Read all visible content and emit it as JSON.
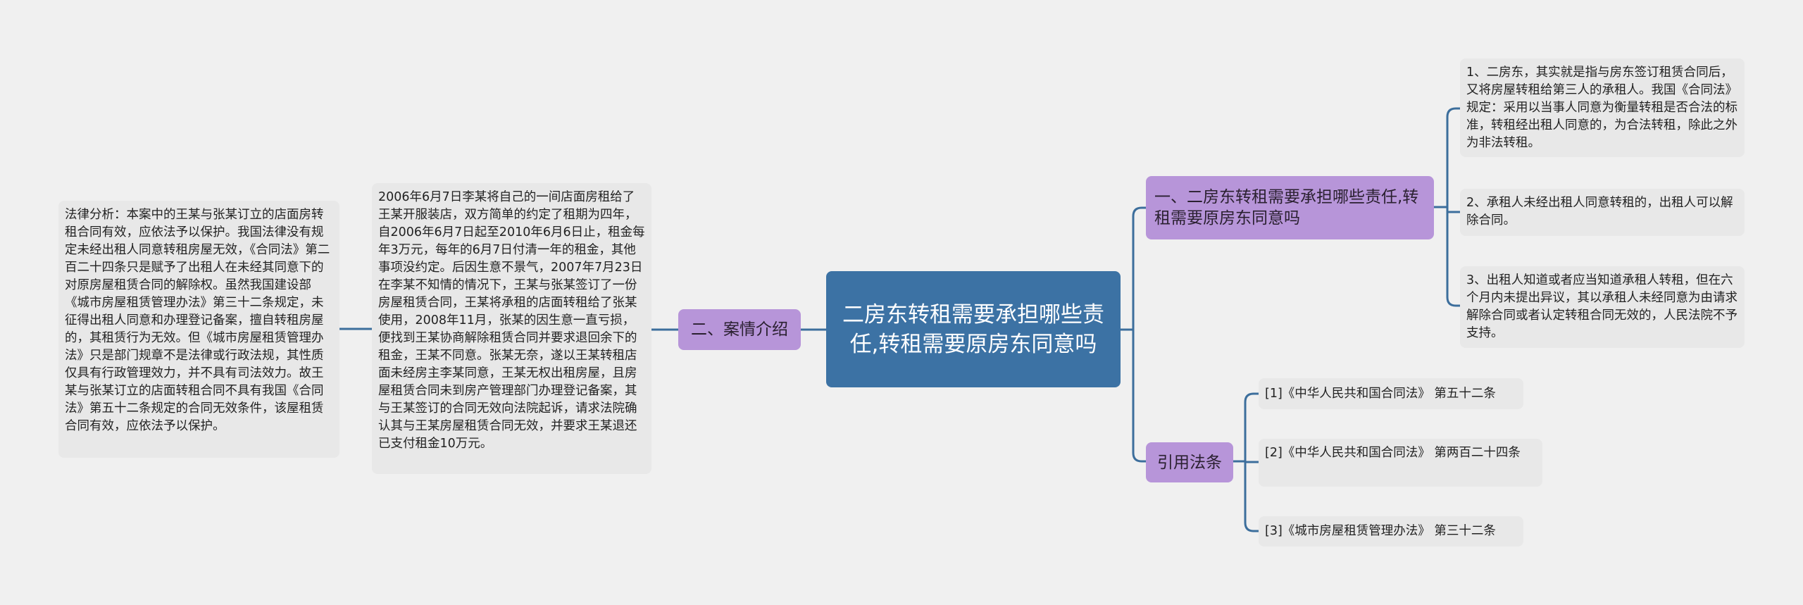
{
  "root": {
    "title": "二房东转租需要承担哪些责任,转租需要原房东同意吗",
    "color": "#3c72a4"
  },
  "branches": {
    "responsibility": {
      "label": "一、二房东转租需要承担哪些责任,转租需要原房东同意吗",
      "items": [
        "1、二房东，其实就是指与房东签订租赁合同后，又将房屋转租给第三人的承租人。我国《合同法》规定：采用以当事人同意为衡量转租是否合法的标准，转租经出租人同意的，为合法转租，除此之外为非法转租。",
        "2、承租人未经出租人同意转租的，出租人可以解除合同。",
        "3、出租人知道或者应当知道承租人转租，但在六个月内未提出异议，其以承租人未经同意为由请求解除合同或者认定转租合同无效的，人民法院不予支持。"
      ]
    },
    "case": {
      "label": "二、案情介绍",
      "description": "2006年6月7日李某将自己的一间店面房租给了王某开服装店，双方简单的约定了租期为四年，自2006年6月7日起至2010年6月6日止，租金每年3万元，每年的6月7日付清一年的租金，其他事项没约定。后因生意不景气，2007年7月23日在李某不知情的情况下，王某与张某签订了一份房屋租赁合同，王某将承租的店面转租给了张某使用，2008年11月，张某的因生意一直亏损，便找到王某协商解除租赁合同并要求退回余下的租金，王某不同意。张某无奈，遂以王某转租店面未经房主李某同意，王某无权出租房屋，且房屋租赁合同未到房产管理部门办理登记备案，其与王某签订的合同无效向法院起诉，请求法院确认其与王某房屋租赁合同无效，并要求王某退还已支付租金10万元。",
      "analysis": "法律分析：本案中的王某与张某订立的店面房转租合同有效，应依法予以保护。我国法律没有规定未经出租人同意转租房屋无效，《合同法》第二百二十四条只是赋予了出租人在未经其同意下的对原房屋租赁合同的解除权。虽然我国建设部《城市房屋租赁管理办法》第三十二条规定，未征得出租人同意和办理登记备案，擅自转租房屋的，其租赁行为无效。但《城市房屋租赁管理办法》只是部门规章不是法律或行政法规，其性质仅具有行政管理效力，并不具有司法效力。故王某与张某订立的店面转租合同不具有我国《合同法》第五十二条规定的合同无效条件，该屋租赁合同有效，应依法予以保护。"
    },
    "references": {
      "label": "引用法条",
      "items": [
        "[1]《中华人民共和国合同法》 第五十二条",
        "[2]《中华人民共和国合同法》 第两百二十四条",
        "[3]《城市房屋租赁管理办法》 第三十二条"
      ]
    }
  },
  "colors": {
    "background": "#f0f0f0",
    "root": "#3c72a4",
    "branch": "#b795d9",
    "leaf": "#e8e8e8",
    "connector": "#3c6e9c"
  }
}
